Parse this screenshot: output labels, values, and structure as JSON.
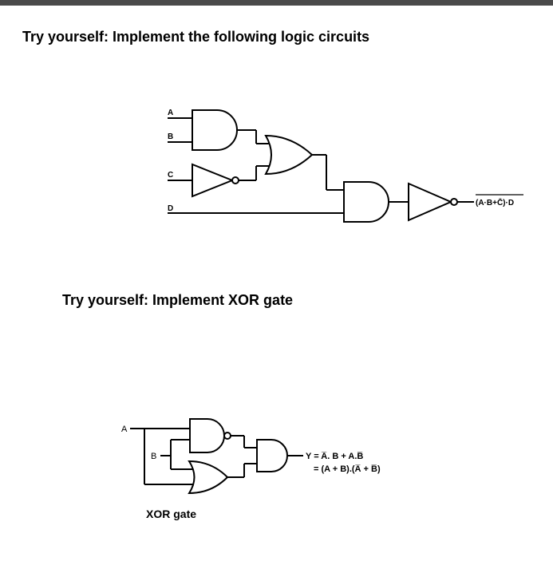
{
  "headings": {
    "circuit": "Try yourself: Implement the following logic circuits",
    "xor": "Try yourself: Implement XOR gate"
  },
  "circuit1": {
    "inputs": {
      "a": "A",
      "b": "B",
      "c": "C",
      "d": "D"
    },
    "output_label": "(A·B+C̄)·D",
    "gates": [
      "and-gate",
      "not-gate",
      "or-gate",
      "and-gate",
      "not-gate"
    ]
  },
  "xor_circuit": {
    "inputs": {
      "a": "A",
      "b": "B"
    },
    "equation_line1": "Y = A̅. B + A.B̅",
    "equation_line2": "= (A + B).(A̅ + B̅)",
    "caption": "XOR gate",
    "gates": [
      "nand-gate",
      "or-gate",
      "and-gate"
    ]
  }
}
